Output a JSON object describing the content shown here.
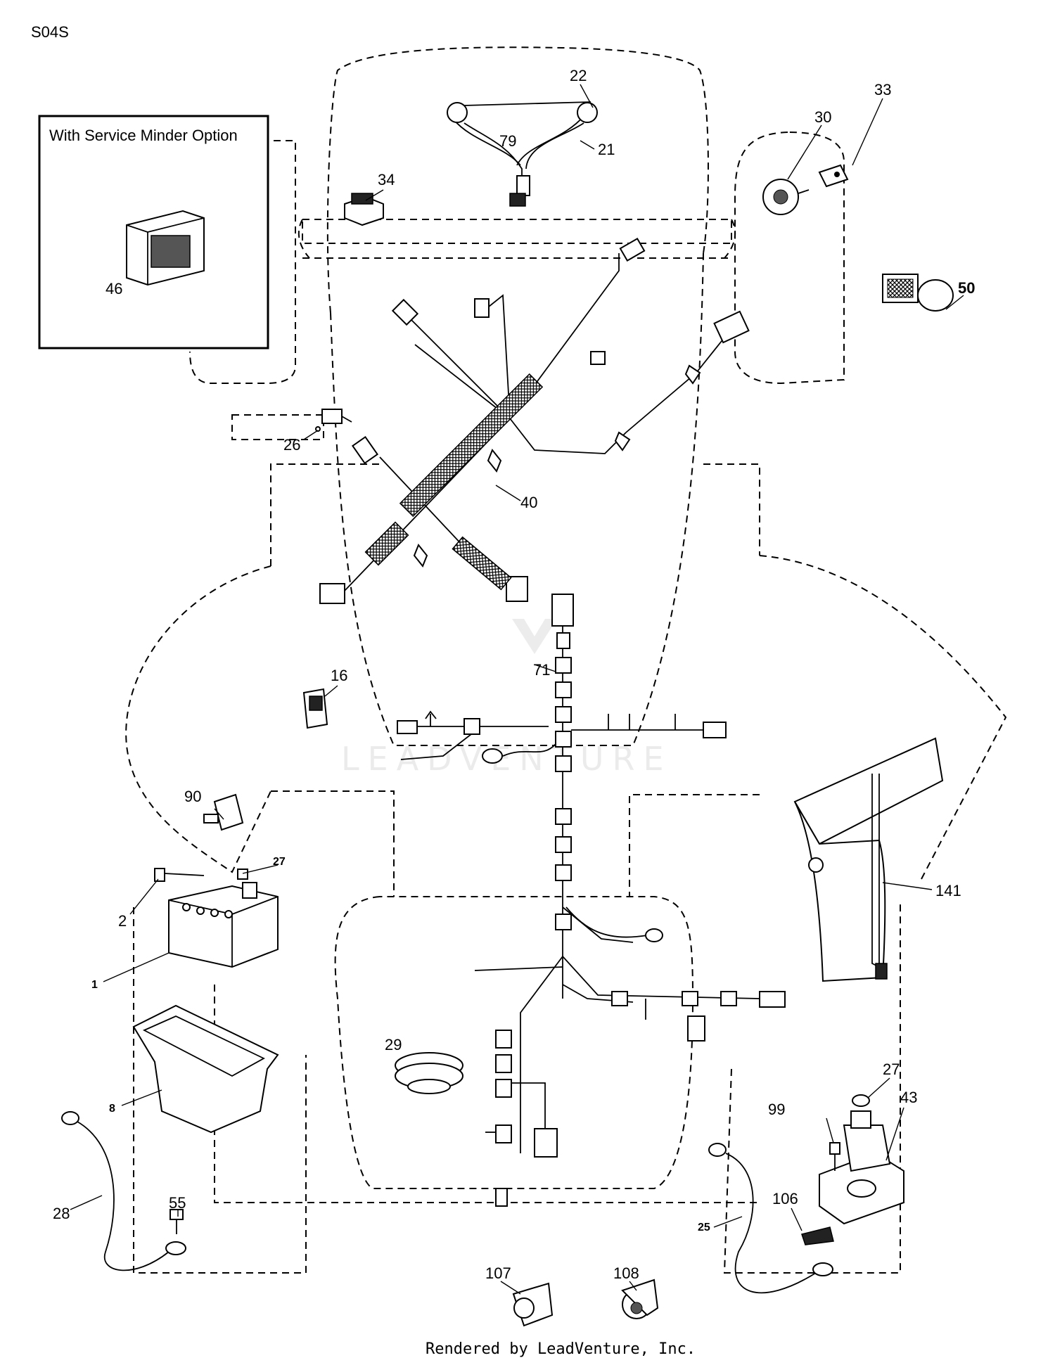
{
  "header": {
    "code": "S04S"
  },
  "inset": {
    "title": "With Service Minder Option"
  },
  "watermark": {
    "text": "LEADVENTURE"
  },
  "footer": {
    "text": "Rendered by LeadVenture, Inc."
  },
  "callouts": [
    {
      "id": "c22",
      "text": "22"
    },
    {
      "id": "c79",
      "text": "79"
    },
    {
      "id": "c21",
      "text": "21"
    },
    {
      "id": "c33",
      "text": "33"
    },
    {
      "id": "c30",
      "text": "30"
    },
    {
      "id": "c34",
      "text": "34"
    },
    {
      "id": "c46",
      "text": "46"
    },
    {
      "id": "c50",
      "text": "50"
    },
    {
      "id": "c26",
      "text": "26"
    },
    {
      "id": "c40",
      "text": "40"
    },
    {
      "id": "c71",
      "text": "71"
    },
    {
      "id": "c16",
      "text": "16"
    },
    {
      "id": "c90",
      "text": "90"
    },
    {
      "id": "c27a",
      "text": "27"
    },
    {
      "id": "c2",
      "text": "2"
    },
    {
      "id": "c1",
      "text": "1"
    },
    {
      "id": "c8",
      "text": "8"
    },
    {
      "id": "c141",
      "text": "141"
    },
    {
      "id": "c29",
      "text": "29"
    },
    {
      "id": "c27b",
      "text": "27"
    },
    {
      "id": "c99",
      "text": "99"
    },
    {
      "id": "c43",
      "text": "43"
    },
    {
      "id": "c28",
      "text": "28"
    },
    {
      "id": "c55",
      "text": "55"
    },
    {
      "id": "c106",
      "text": "106"
    },
    {
      "id": "c25",
      "text": "25"
    },
    {
      "id": "c107",
      "text": "107"
    },
    {
      "id": "c108",
      "text": "108"
    }
  ]
}
